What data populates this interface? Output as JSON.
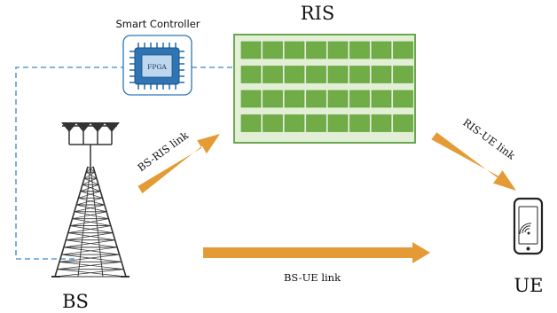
{
  "labels": {
    "controller": "Smart Controller",
    "fpga": "FPGA",
    "ris": "RIS",
    "bs": "BS",
    "ue": "UE",
    "bs_ris_link": "BS-RIS link",
    "ris_ue_link": "RIS-UE link",
    "bs_ue_link": "BS-UE link"
  },
  "ris_grid": {
    "rows": 4,
    "cols": 8
  },
  "colors": {
    "ris_border": "#6aa84f",
    "ris_fill": "#e2efd5",
    "ris_element": "#70ad47",
    "controller_border": "#2e75b6",
    "chip_fill": "#2e75b6",
    "link_arrow": "#e49b36",
    "dashed_line": "#5b9bd5",
    "tower": "#333333"
  },
  "icons": {
    "antenna_array": "antenna-array-icon",
    "tower": "cell-tower-icon",
    "chip": "fpga-chip-icon",
    "phone": "smartphone-icon"
  }
}
